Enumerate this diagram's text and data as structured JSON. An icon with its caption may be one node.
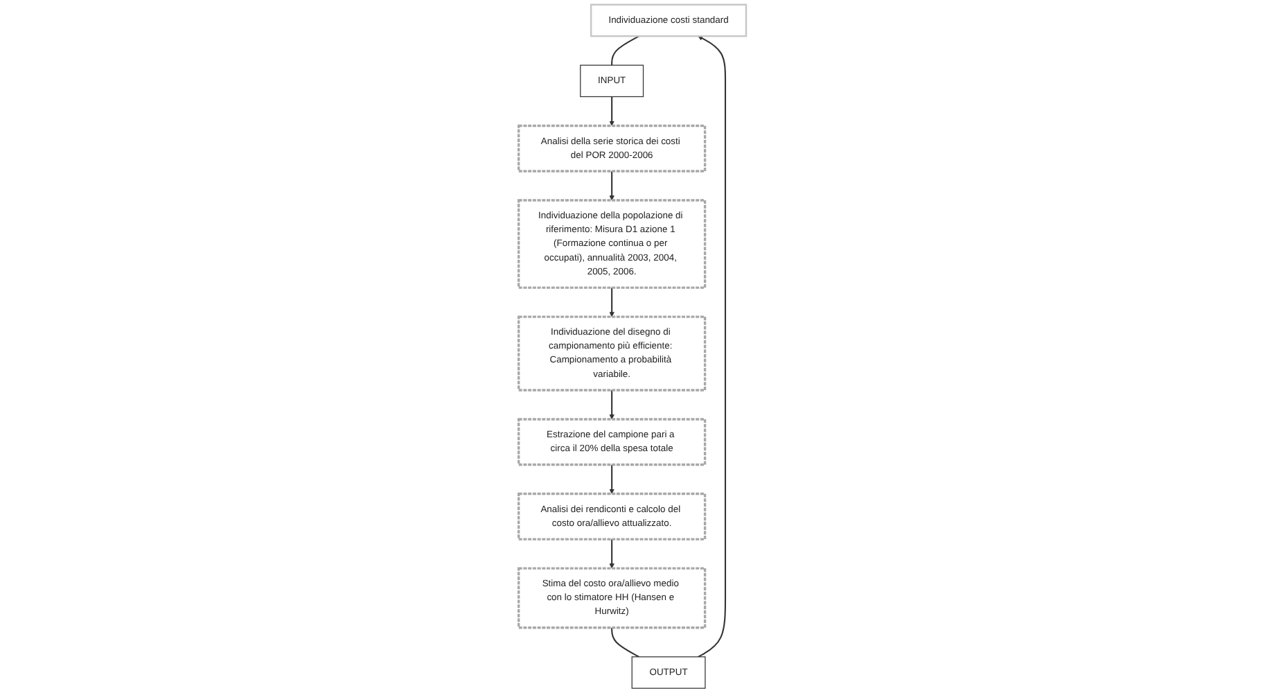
{
  "diagram": {
    "nodes": [
      {
        "text": [
          "Individuazione costi standard"
        ]
      },
      {
        "text": [
          "INPUT"
        ]
      },
      {
        "text": [
          "Analisi della serie storica dei costi del POR 2000-2006"
        ]
      },
      {
        "text": [
          "Individuazione della popolazione di riferimento: Misura D1 azione 1 (Formazione continua o per occupati), annualità 2003, 2004, 2005, 2006."
        ]
      },
      {
        "text": [
          "Individuazione del disegno di campionamento più efficiente: Campionamento a probabilità variabile."
        ]
      },
      {
        "text": [
          "OUTPUT"
        ]
      },
      {
        "text": [
          "Stima del costo ora/allievo medio con lo stimatore HH (Hansen e Hurwitz)"
        ]
      },
      {
        "text": [
          "Analisi dei rendiconti e calcolo del costo ora/allievo attualizzato."
        ]
      },
      {
        "text": [
          "Estrazione del campione pari a circa il 20% della spesa totale"
        ]
      }
    ],
    "edges": [
      {
        "from": 0,
        "to": 1,
        "arrow": "none"
      },
      {
        "from": 1,
        "to": 2,
        "arrow": "to"
      },
      {
        "from": 2,
        "to": 3,
        "arrow": "to"
      },
      {
        "from": 3,
        "to": 4,
        "arrow": "to"
      },
      {
        "from": 4,
        "to": 8,
        "arrow": "to"
      },
      {
        "from": 8,
        "to": 7,
        "arrow": "to"
      },
      {
        "from": 7,
        "to": 6,
        "arrow": "to"
      },
      {
        "from": 6,
        "to": 5,
        "arrow": "none"
      },
      {
        "from": 5,
        "to": 0,
        "arrow": "to"
      }
    ]
  }
}
